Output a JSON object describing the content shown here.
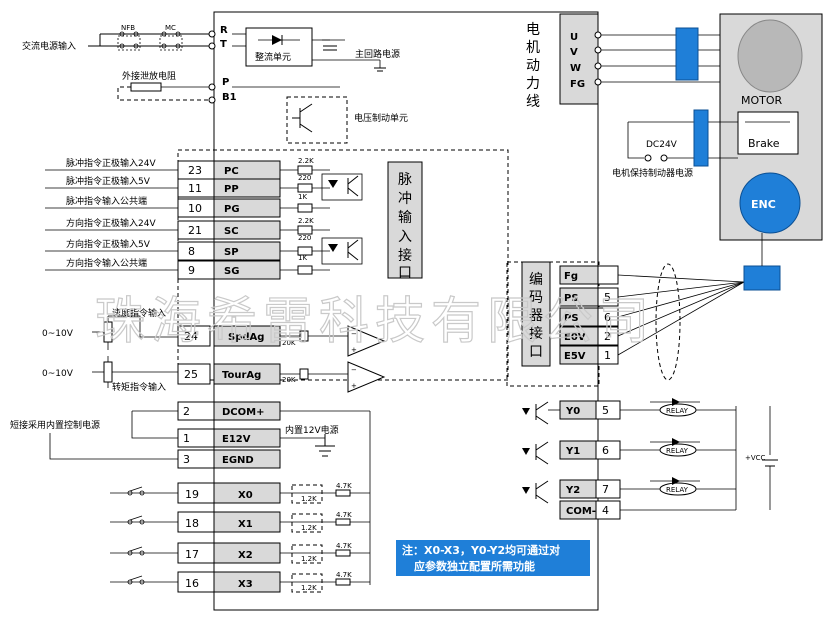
{
  "watermark": "珠海希雷科技有限公司",
  "power": {
    "ac_input": "交流电源输入",
    "nfb": "NFB",
    "mc": "MC",
    "r": "R",
    "t": "T",
    "rectifier": "整流单元",
    "main_circuit": "主回路电源",
    "ext_resistor": "外接泄放电阻",
    "p": "P",
    "b1": "B1",
    "brake_unit": "电压制动单元"
  },
  "pulse_inputs": [
    {
      "label": "脉冲指令正极输入24V",
      "pin": "23",
      "name": "PC"
    },
    {
      "label": "脉冲指令正极输入5V",
      "pin": "11",
      "name": "PP"
    },
    {
      "label": "脉冲指令输入公共端",
      "pin": "10",
      "name": "PG"
    },
    {
      "label": "方向指令正极输入24V",
      "pin": "21",
      "name": "SC"
    },
    {
      "label": "方向指令正极输入5V",
      "pin": "8",
      "name": "SP"
    },
    {
      "label": "方向指令输入公共端",
      "pin": "9",
      "name": "SG"
    }
  ],
  "pulse_resistors": [
    "2.2K",
    "220",
    "1K",
    "2.2K",
    "220",
    "1K"
  ],
  "pulse_interface_label": "脉冲输入接口",
  "analog": {
    "range1": "0~10V",
    "range2": "0~10V",
    "speed_label": "速度指令输入",
    "torque_label": "转矩指令输入",
    "speed_pin": "24",
    "speed_name": "SpdAg",
    "torque_pin": "25",
    "torque_name": "TourAg",
    "r1": "20K",
    "r2": "20K"
  },
  "power12": {
    "short_label": "短接采用内置控制电源",
    "int_label": "内置12V电源",
    "rows": [
      {
        "pin": "2",
        "name": "DCOM+"
      },
      {
        "pin": "1",
        "name": "E12V"
      },
      {
        "pin": "3",
        "name": "EGND"
      }
    ]
  },
  "digital_inputs": [
    {
      "pin": "19",
      "name": "X0"
    },
    {
      "pin": "18",
      "name": "X1"
    },
    {
      "pin": "17",
      "name": "X2"
    },
    {
      "pin": "16",
      "name": "X3"
    }
  ],
  "di_r1": "1.2K",
  "di_r2": "4.7K",
  "note_line1": "注：X0-X3，Y0-Y2均可通过对",
  "note_line2": "应参数独立配置所需功能",
  "motor": {
    "cable_label": "电机动力线",
    "phases": [
      "U",
      "V",
      "W",
      "FG"
    ],
    "motor_label": "MOTOR",
    "brake_label": "Brake",
    "dc24": "DC24V",
    "brake_power": "电机保持制动器电源",
    "enc": "ENC"
  },
  "encoder": {
    "label": "编码器接口",
    "rows": [
      {
        "name": "Fg",
        "pin": ""
      },
      {
        "name": "PS",
        "pin": "5"
      },
      {
        "name": "PS",
        "pin": "6"
      },
      {
        "name": "E0V",
        "pin": "2"
      },
      {
        "name": "E5V",
        "pin": "1"
      }
    ]
  },
  "outputs": {
    "rows": [
      {
        "name": "Y0",
        "pin": "5"
      },
      {
        "name": "Y1",
        "pin": "6"
      },
      {
        "name": "Y2",
        "pin": "7"
      },
      {
        "name": "COM-",
        "pin": "4"
      }
    ],
    "relay": "RELAY",
    "vcc": "+VCC"
  }
}
